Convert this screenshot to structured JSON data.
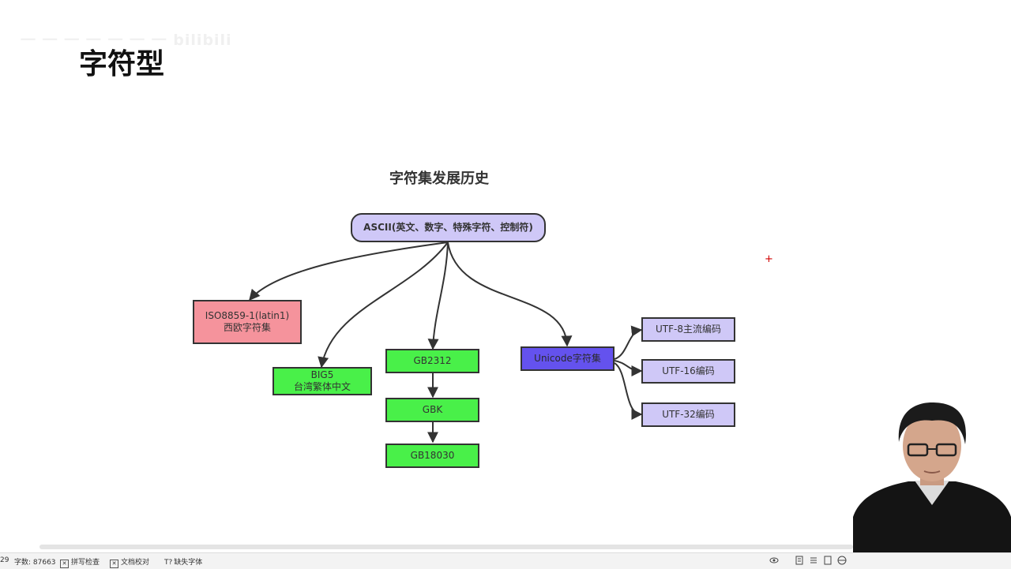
{
  "watermark": {
    "text": "一 一 一 一 一 一 一 bilibili"
  },
  "page": {
    "title": "字符型"
  },
  "diagram": {
    "title": "字符集发展历史",
    "nodes": {
      "ascii": {
        "line1": "ASCII(英文、数字、特殊字符、控制符)",
        "fill": "#cfc8f7"
      },
      "iso": {
        "line1": "ISO8859-1(latin1)",
        "line2": "西欧字符集",
        "fill": "#f5939c"
      },
      "big5": {
        "line1": "BIG5",
        "line2": "台湾繁体中文",
        "fill": "#49f049"
      },
      "gb2312": {
        "line1": "GB2312",
        "fill": "#49f049"
      },
      "gbk": {
        "line1": "GBK",
        "fill": "#49f049"
      },
      "gb18030": {
        "line1": "GB18030",
        "fill": "#49f049"
      },
      "unicode": {
        "line1": "Unicode字符集",
        "fill": "#6452ee"
      },
      "utf8": {
        "line1": "UTF-8主流编码",
        "fill": "#cfc8f7"
      },
      "utf16": {
        "line1": "UTF-16编码",
        "fill": "#cfc8f7"
      },
      "utf32": {
        "line1": "UTF-32编码",
        "fill": "#cfc8f7"
      }
    }
  },
  "cursor": {
    "symbol": "+"
  },
  "statusbar": {
    "page_fragment": "29",
    "word_count": "字数: 87663",
    "spell_check": "拼写检查",
    "doc_proofread": "文档校对",
    "missing_font": "缺失字体"
  },
  "colors": {
    "edge": "#333333",
    "title": "#111111"
  }
}
